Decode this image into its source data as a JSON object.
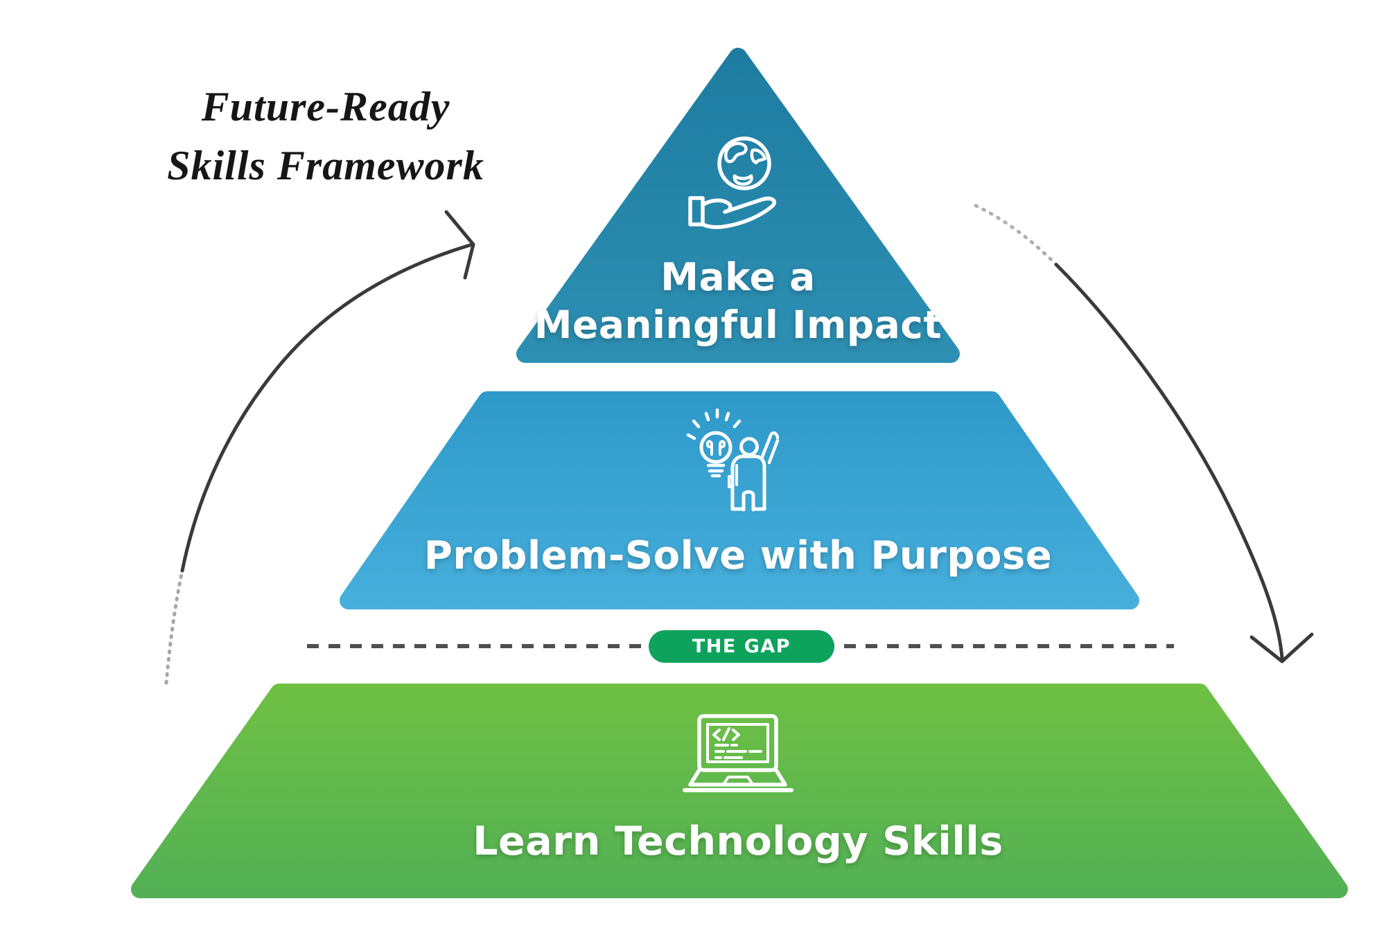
{
  "title": {
    "line1": "Future-Ready",
    "line2": "Skills Framework"
  },
  "pyramid": {
    "tiers": [
      {
        "name": "make-a-meaningful-impact",
        "label_line1": "Make a",
        "label_line2": "Meaningful Impact",
        "icon": "globe-in-hand-icon",
        "color_top": "#1d7ba0",
        "color_bottom": "#2d90b3"
      },
      {
        "name": "problem-solve-with-purpose",
        "label": "Problem-Solve with Purpose",
        "icon": "person-idea-icon",
        "color_top": "#2e99c9",
        "color_bottom": "#47afdc"
      },
      {
        "name": "learn-technology-skills",
        "label": "Learn Technology Skills",
        "icon": "laptop-code-icon",
        "color_top": "#6fc043",
        "color_bottom": "#52b055"
      }
    ]
  },
  "gap": {
    "label": "THE GAP",
    "pill_color": "#0da35c",
    "dash_color": "#4f4f4f"
  },
  "arrows": {
    "color": "#3a3a3a"
  },
  "text_color": "#161616",
  "icon_stroke_color": "#ffffff"
}
